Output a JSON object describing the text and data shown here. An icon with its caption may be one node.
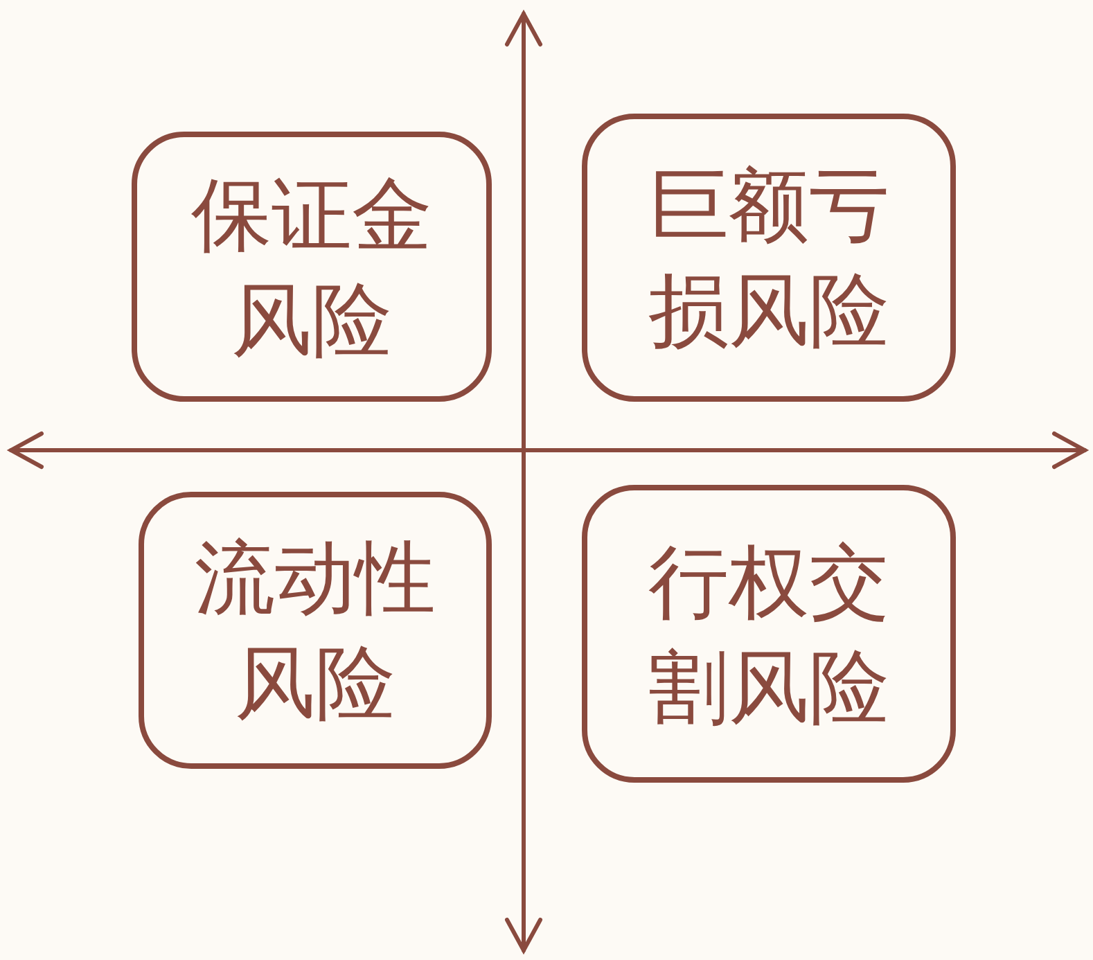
{
  "diagram": {
    "nodes": [
      {
        "text": [
          "保证金风险"
        ]
      },
      {
        "text": [
          "巨额亏损风险"
        ]
      },
      {
        "text": [
          "流动性风险"
        ]
      },
      {
        "text": [
          "行权交割风险"
        ]
      }
    ]
  }
}
